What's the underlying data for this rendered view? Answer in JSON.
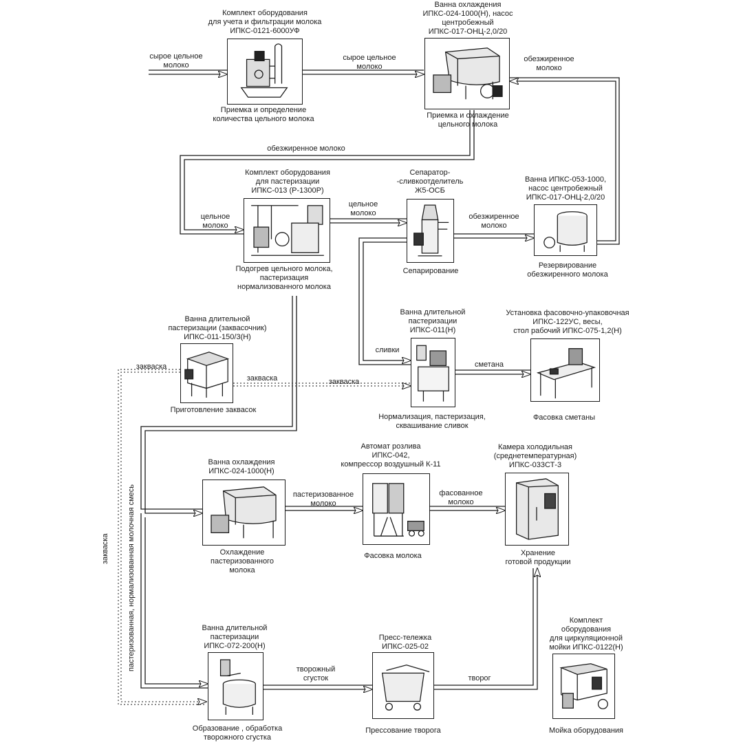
{
  "nodes": {
    "accounting": {
      "title": "Комплект оборудования\nдля учета и фильтрации молока\nИПКС-0121-6000УФ",
      "caption": "Приемка и определение\nколичества цельного молока",
      "icon": "milk-accounting-filtration-unit-icon"
    },
    "cooling_raw": {
      "title": "Ванна охлаждения\nИПКС-024-1000(Н), насос\nцентробежный\nИПКС-017-ОНЦ-2,0/20",
      "caption": "Приемка и охлаждение\nцельного молока",
      "icon": "cooling-bath-with-pump-icon"
    },
    "pasteurization": {
      "title": "Комплект оборудования\nдля пастеризации\nИПКС-013 (Р-1300Р)",
      "caption": "Подогрев  цельного молока,\nпастеризация\nнормализованного молока",
      "icon": "pasteurization-unit-icon"
    },
    "separator": {
      "title": "Сепаратор-\n-сливкоотделитель\nЖ5-ОСБ",
      "caption": "Сепарирование",
      "icon": "cream-separator-icon"
    },
    "skim_tank": {
      "title": "Ванна ИПКС-053-1000,\nнасос центробежный\nИПКС-017-ОНЦ-2,0/20",
      "caption": "Резервирование\nобезжиренного молока",
      "icon": "storage-tank-with-pump-icon"
    },
    "starter": {
      "title": "Ванна длительной\nпастеризации (заквасочник)\nИПКС-011-150/3(Н)",
      "caption": "Приготовление заквасок",
      "icon": "starter-bath-icon"
    },
    "cream_bath": {
      "title": "Ванна длительной\nпастеризации\nИПКС-011(Н)",
      "caption": "Нормализация, пастеризация,\nсквашивание сливок",
      "icon": "long-pasteurization-bath-icon"
    },
    "sour_pack": {
      "title": "Установка фасовочно-упаковочная\nИПКС-122УС, весы,\nстол рабочий ИПКС-075-1,2(Н)",
      "caption": "Фасовка  сметаны",
      "icon": "packing-table-icon"
    },
    "cooling_past": {
      "title": "Ванна охлаждения\nИПКС-024-1000(Н)",
      "caption": "Охлаждение\nпастеризованного\nмолока",
      "icon": "cooling-bath-icon"
    },
    "bottling": {
      "title": "Автомат розлива\nИПКС-042,\nкомпрессор воздушный К-11",
      "caption": "Фасовка молока",
      "icon": "bottling-machine-icon"
    },
    "cold_room": {
      "title": "Камера холодильная\n(среднетемпературная)\nИПКС-033СТ-3",
      "caption": "Хранение\nготовой продукции",
      "icon": "cold-room-icon"
    },
    "curd_bath": {
      "title": "Ванна длительной\nпастеризации\nИПКС-072-200(Н)",
      "caption": "Образование , обработка\nтворожного сгустка",
      "icon": "curd-vat-icon"
    },
    "press": {
      "title": "Пресс-тележка\nИПКС-025-02",
      "caption": "Прессование  творога",
      "icon": "press-cart-icon"
    },
    "cip": {
      "title": "Комплект\nоборудования\nдля циркуляционной\nмойки ИПКС-0122(Н)",
      "caption": "Мойка оборудования",
      "icon": "cip-washing-unit-icon"
    }
  },
  "flows": {
    "raw_in": "сырое цельное\nмолоко",
    "raw_to_cool": "сырое цельное\nмолоко",
    "skim_return": "обезжиренное\nмолоко",
    "skim_top": "обезжиренное молоко",
    "whole_in": "цельное\nмолоко",
    "whole_to_sep": "цельное\nмолоко",
    "skim_to_tank": "обезжиренное\nмолоко",
    "cream": "сливки",
    "sour_cream": "сметана",
    "starter_left": "закваска",
    "starter_right": "закваска",
    "starter_mid": "закваска",
    "past_milk": "пастеризованное\nмолоко",
    "packed_milk": "фасованное\nмолоко",
    "curd_clot": "творожный\nсгусток",
    "curd": "творог",
    "vertical_mix": "пастеризованная,  нормализованная  молочная  смесь",
    "vertical_starter": "закваска"
  },
  "colors": {
    "line": "#1a1a1a",
    "dotted": "#444444"
  }
}
